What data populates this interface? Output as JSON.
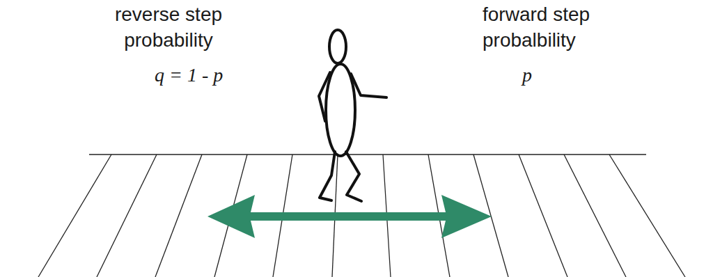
{
  "diagram": {
    "labels": [
      "reverse step probability",
      "q = 1 - p",
      "forward step probalbility",
      "p"
    ]
  }
}
